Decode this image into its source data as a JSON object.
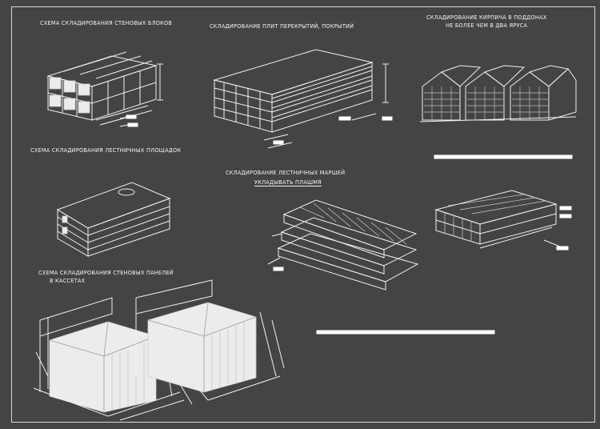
{
  "captions": {
    "wall_blocks": "СХЕМА СКЛАДИРОВАНИЯ СТЕНОВЫХ БЛОКОВ",
    "floor_slabs": "СКЛАДИРОВАНИЕ ПЛИТ ПЕРЕКРЫТИЙ, ПОКРЫТИЙ",
    "bricks_line1": "СКЛАДИРОВАНИЕ КИРПИЧА В ПОДДОНАХ",
    "bricks_line2": "НЕ БОЛЕЕ ЧЕМ В ДВА ЯРУСА",
    "stair_landings": "СХЕМА СКЛАДИРОВАНИЯ ЛЕСТНИЧНЫХ ПЛОЩАДОК",
    "stair_flights_line1": "СКЛАДИРОВАНИЕ ЛЕСТНИЧНЫХ МАРШЕЙ",
    "stair_flights_line2": "УКЛАДЫВАТЬ ПЛАШМЯ",
    "wall_panels_line1": "СХЕМА СКЛАДИРОВАНИЯ СТЕНОВЫХ ПАНЕЛЕЙ",
    "wall_panels_line2": "В КАССЕТАХ"
  },
  "colors": {
    "background": "#444444",
    "lines": "#f0f0f0"
  }
}
